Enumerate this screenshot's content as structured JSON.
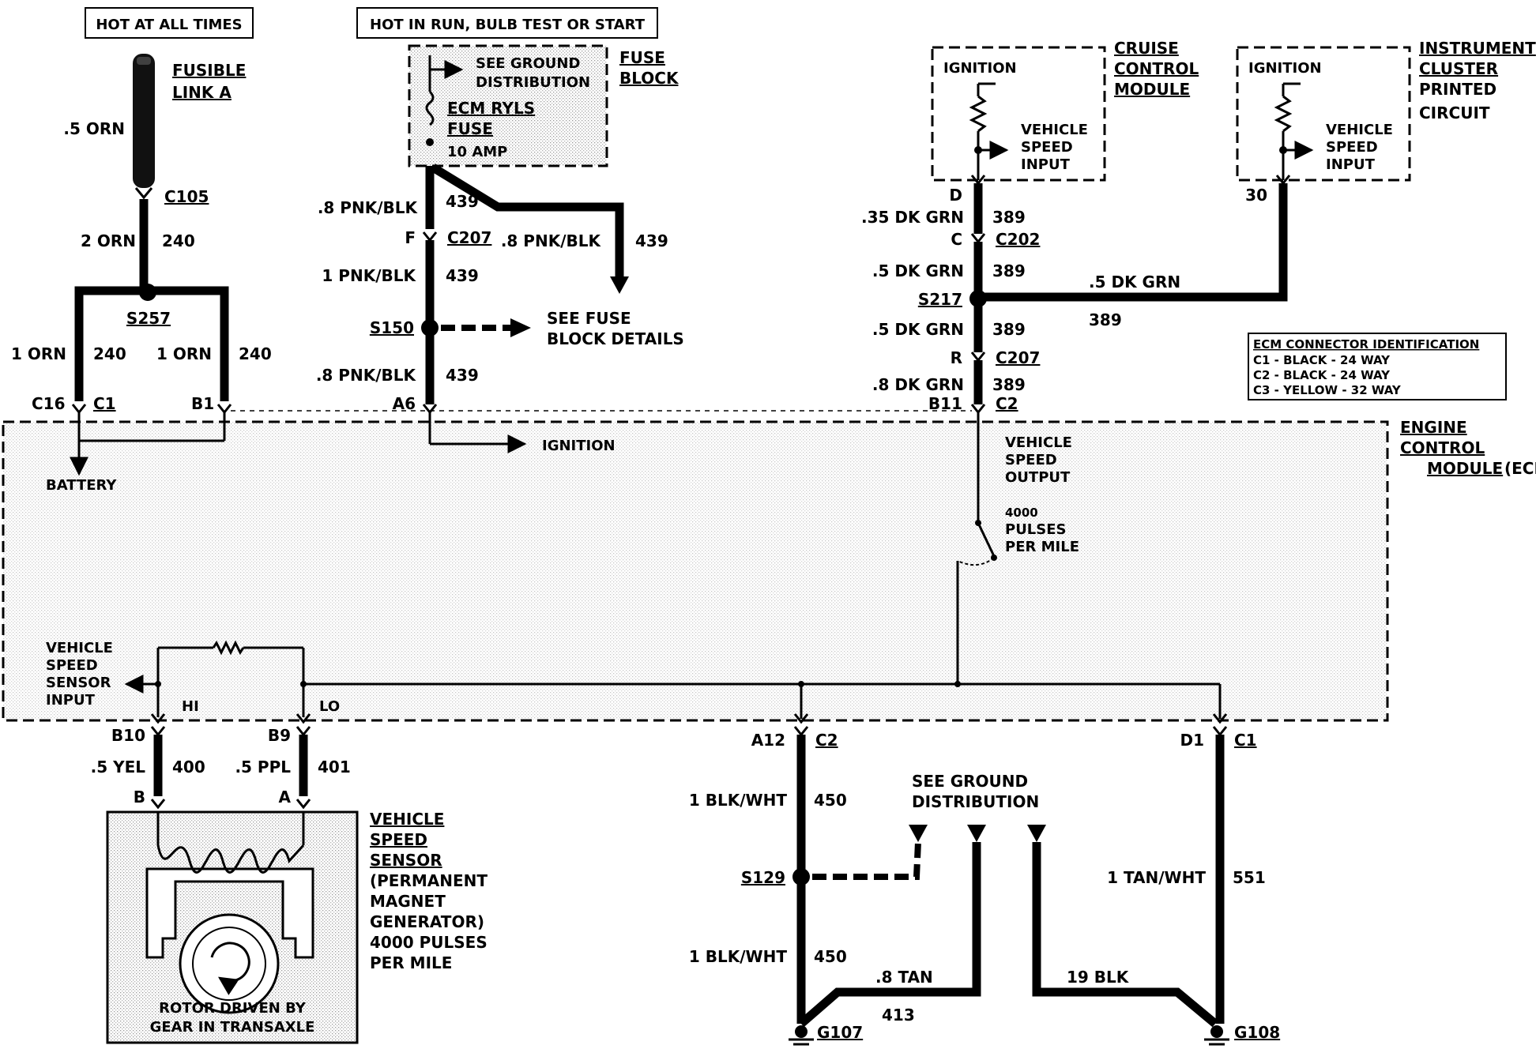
{
  "colors": {
    "ink": "#000000",
    "paper": "#ffffff",
    "shade": "#d8d8d8"
  },
  "top_labels": {
    "hot_at_all_times": "HOT AT ALL TIMES",
    "hot_in_run": "HOT IN RUN, BULB TEST OR START"
  },
  "fusible_link": {
    "title_line1": "FUSIBLE",
    "title_line2": "LINK A",
    "wire": ".5 ORN",
    "connector": "C105",
    "wire_below": "2 ORN",
    "circuit": "240"
  },
  "splice_s257": {
    "name": "S257",
    "left_wire": "1 ORN",
    "left_circuit": "240",
    "right_wire": "1 ORN",
    "right_circuit": "240",
    "left_pin": "C16",
    "left_conn": "C1",
    "right_pin": "B1"
  },
  "fuse_block": {
    "title_line1": "FUSE",
    "title_line2": "BLOCK",
    "ground_line1": "SEE GROUND",
    "ground_line2": "DISTRIBUTION",
    "fuse_line1": "ECM RYLS",
    "fuse_line2": "FUSE",
    "fuse_rating": "10 AMP",
    "wire1": ".8 PNK/BLK",
    "circuit1": "439",
    "pin_f": "F",
    "conn_c207": "C207",
    "wire2": "1 PNK/BLK",
    "circuit2": "439",
    "splice": "S150",
    "see_fuse_line1": "SEE FUSE",
    "see_fuse_line2": "BLOCK DETAILS",
    "wire3": ".8 PNK/BLK",
    "circuit3": "439",
    "pin_a6": "A6",
    "branch_wire": ".8 PNK/BLK",
    "branch_circuit": "439"
  },
  "cruise_module": {
    "line1": "CRUISE",
    "line2": "CONTROL",
    "line3": "MODULE",
    "ignition": "IGNITION",
    "vs_line1": "VEHICLE",
    "vs_line2": "SPEED",
    "vs_line3": "INPUT",
    "pin": "D"
  },
  "instrument_cluster": {
    "line1": "INSTRUMENT",
    "line2": "CLUSTER",
    "line3": "PRINTED",
    "line4": "CIRCUIT",
    "ignition": "IGNITION",
    "vs_line1": "VEHICLE",
    "vs_line2": "SPEED",
    "vs_line3": "INPUT",
    "pin": "30"
  },
  "vss_output_circuit": {
    "wire1": ".35 DK GRN",
    "circuit1": "389",
    "pin_c": "C",
    "conn_c202": "C202",
    "wire2": ".5 DK GRN",
    "circuit2": "389",
    "splice": "S217",
    "branch_wire": ".5 DK GRN",
    "branch_circuit": "389",
    "wire3": ".5 DK GRN",
    "circuit3": "389",
    "pin_r": "R",
    "conn_c207": "C207",
    "wire4": ".8 DK GRN",
    "circuit4": "389",
    "pin_b11": "B11",
    "conn_c2": "C2"
  },
  "ecm_conn_id": {
    "title": "ECM CONNECTOR IDENTIFICATION",
    "rows": [
      "C1 - BLACK - 24 WAY",
      "C2 - BLACK - 24 WAY",
      "C3 - YELLOW - 32 WAY"
    ]
  },
  "ecm": {
    "title_line1": "ENGINE",
    "title_line2": "CONTROL",
    "title_line3": "MODULE",
    "title_suffix": "(ECM)",
    "battery": "BATTERY",
    "ignition": "IGNITION",
    "vso_line1": "VEHICLE",
    "vso_line2": "SPEED",
    "vso_line3": "OUTPUT",
    "pulses_line1": "4000",
    "pulses_line2": "PULSES",
    "pulses_line3": "PER MILE",
    "vssi_line1": "VEHICLE",
    "vssi_line2": "SPEED",
    "vssi_line3": "SENSOR",
    "vssi_line4": "INPUT",
    "hi": "HI",
    "lo": "LO"
  },
  "sensor_wiring": {
    "pin_b10": "B10",
    "pin_b9": "B9",
    "wire_yel": ".5 YEL",
    "circuit_yel": "400",
    "wire_ppl": ".5 PPL",
    "circuit_ppl": "401",
    "term_b": "B",
    "term_a": "A"
  },
  "vss": {
    "line1": "VEHICLE",
    "line2": "SPEED",
    "line3": "SENSOR",
    "line4": "(PERMANENT",
    "line5": "MAGNET",
    "line6": "GENERATOR)",
    "line7": "4000 PULSES",
    "line8": "PER MILE",
    "rotor_line1": "ROTOR DRIVEN BY",
    "rotor_line2": "GEAR IN TRANSAXLE"
  },
  "ground_circuits": {
    "pin_a12": "A12",
    "conn_c2": "C2",
    "wire_a": "1 BLK/WHT",
    "circuit_a": "450",
    "splice": "S129",
    "wire_b": "1 BLK/WHT",
    "circuit_b": "450",
    "see_ground_line1": "SEE GROUND",
    "see_ground_line2": "DISTRIBUTION",
    "tan_wire": ".8 TAN",
    "tan_circuit": "413",
    "g107": "G107",
    "blk_wire": "19 BLK",
    "g108": "G108",
    "pin_d1": "D1",
    "conn_c1": "C1",
    "wire_d1": "1 TAN/WHT",
    "circuit_d1": "551"
  }
}
